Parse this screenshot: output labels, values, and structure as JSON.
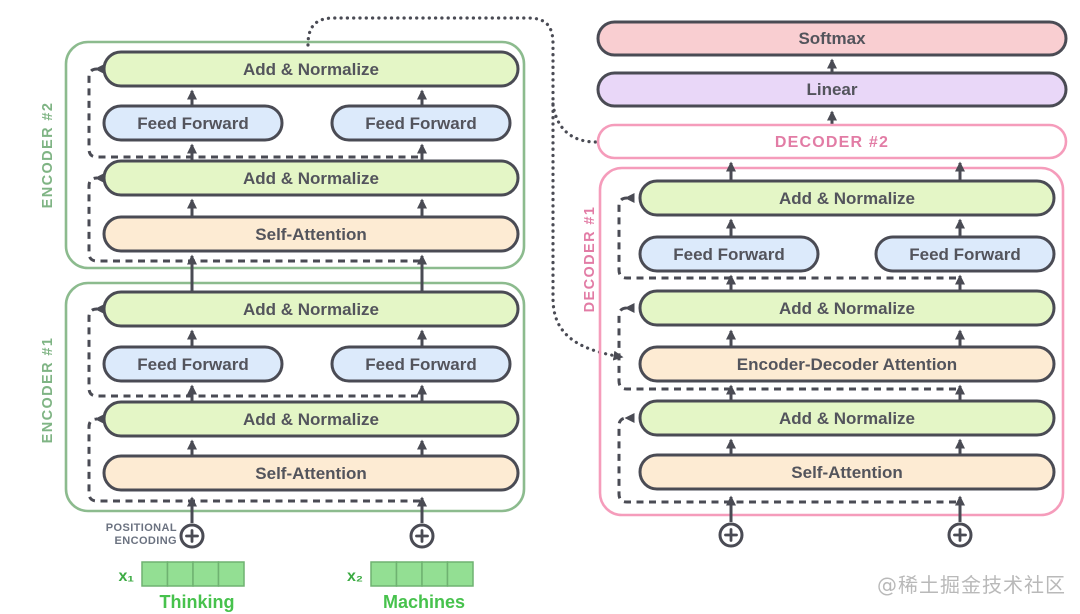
{
  "encoder2": {
    "label": "ENCODER #2",
    "add_norm_1": "Add & Normalize",
    "ff_left": "Feed Forward",
    "ff_right": "Feed Forward",
    "add_norm_2": "Add & Normalize",
    "self_attention": "Self-Attention"
  },
  "encoder1": {
    "label": "ENCODER #1",
    "add_norm_1": "Add & Normalize",
    "ff_left": "Feed Forward",
    "ff_right": "Feed Forward",
    "add_norm_2": "Add & Normalize",
    "self_attention": "Self-Attention"
  },
  "output_stack": {
    "softmax": "Softmax",
    "linear": "Linear",
    "decoder2": "DECODER #2"
  },
  "decoder1": {
    "label": "DECODER #1",
    "add_norm_1": "Add & Normalize",
    "ff_left": "Feed Forward",
    "ff_right": "Feed Forward",
    "add_norm_2": "Add & Normalize",
    "enc_dec_attention": "Encoder-Decoder Attention",
    "add_norm_3": "Add & Normalize",
    "self_attention": "Self-Attention"
  },
  "positional_encoding": {
    "line1": "POSITIONAL",
    "line2": "ENCODING"
  },
  "inputs": {
    "x1_label": "x₁",
    "x1_word": "Thinking",
    "x2_label": "x₂",
    "x2_word": "Machines"
  },
  "watermark": "@稀土掘金技术社区",
  "colors": {
    "pill_green": "#e4f6c6",
    "pill_blue": "#dceafb",
    "pill_orange": "#fdebd3",
    "pill_pink": "#f9ced1",
    "pill_purple": "#e9d7f8",
    "ink": "#4a4b54",
    "text": "#53545c",
    "encoder_border": "#8cbb8e",
    "encoder_label": "#7fb484",
    "decoder_border": "#f59cbb",
    "decoder_label": "#e27ca5",
    "vector_fill": "#93df93",
    "vector_border": "#6fb271",
    "word_green": "#47c24d",
    "x_label_green": "#3cab43",
    "pos_enc_text": "#6b7280",
    "watermark_color": "#b9b9b9"
  }
}
